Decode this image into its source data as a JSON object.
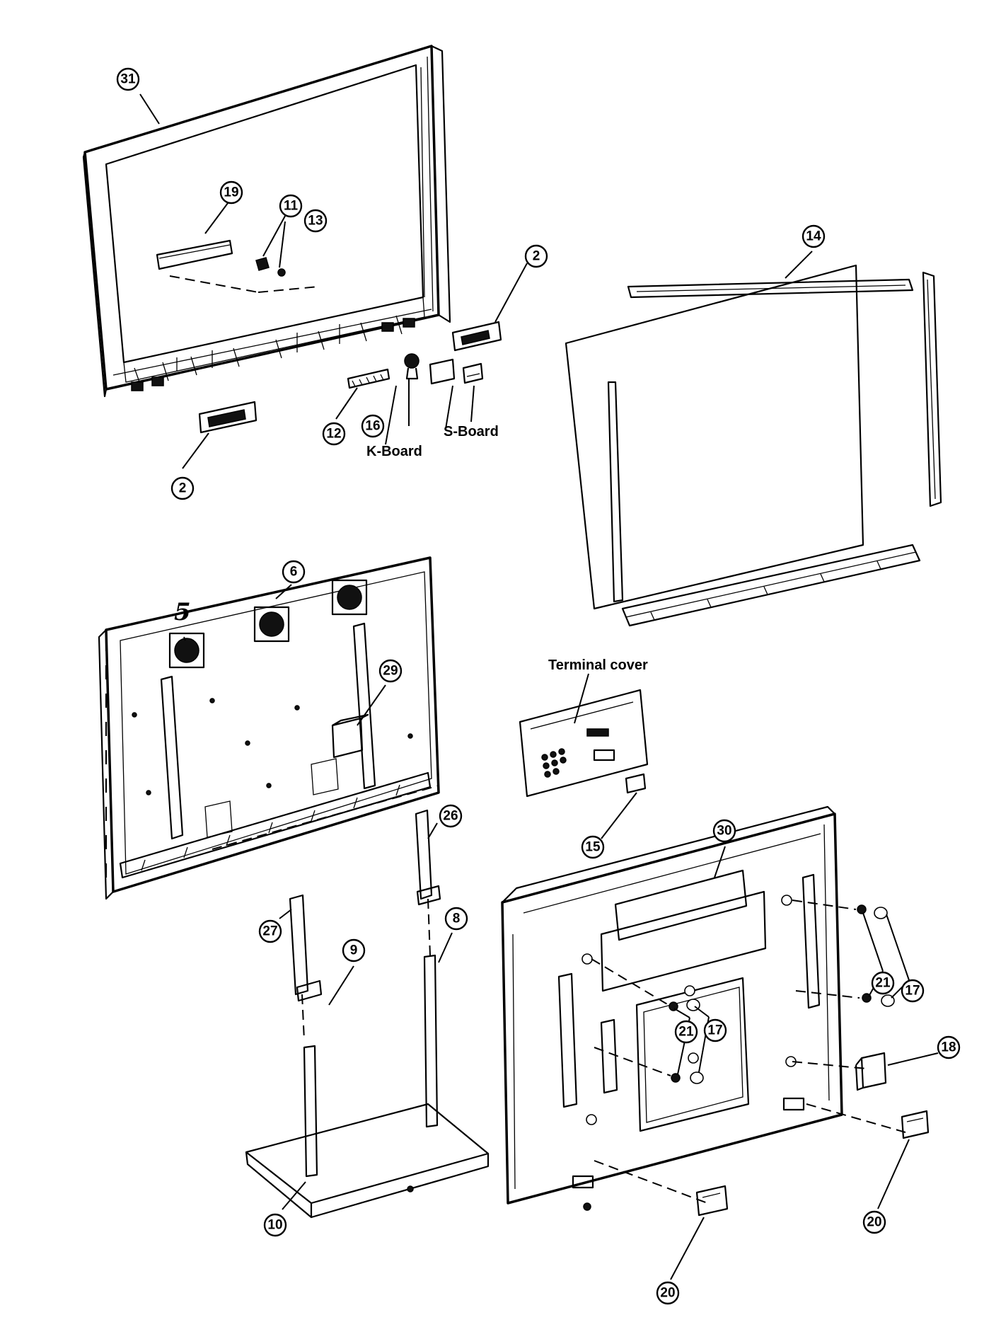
{
  "callouts": [
    "31",
    "19",
    "11",
    "13",
    "2",
    "2",
    "12",
    "16",
    "14",
    "6",
    "5",
    "29",
    "26",
    "27",
    "8",
    "9",
    "10",
    "15",
    "30",
    "21",
    "17",
    "21",
    "17",
    "18",
    "20",
    "20"
  ],
  "labels": {
    "k_board": "K-Board",
    "s_board": "S-Board",
    "terminal_cover": "Terminal cover"
  }
}
